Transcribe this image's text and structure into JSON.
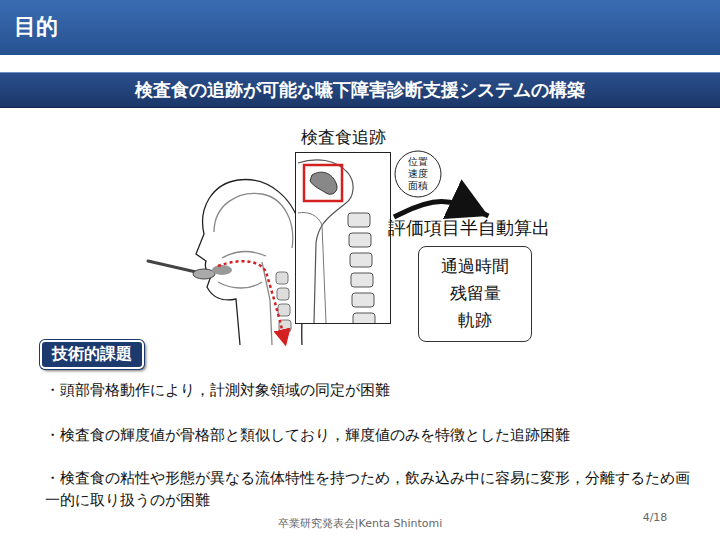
{
  "diagram": {
    "title": "目的",
    "nodes": [
      {
        "text": [
          "検査食の追跡が可能な嚥下障害診断支援システムの構築"
        ]
      },
      {
        "text": [
          "検査食追跡"
        ]
      },
      {
        "text": [
          "位置 速度 面積"
        ]
      },
      {
        "text": [
          "評価項目半自動算出",
          "通過時間 残留量 軌跡"
        ]
      },
      {
        "text": [
          "技術的課題"
        ]
      }
    ],
    "edges": [
      {
        "from": 1,
        "to": 3,
        "arrow": "to"
      }
    ],
    "labels": [
      "・頭部骨格動作により，計測対象領域の同定が困難",
      "・検査食の輝度値が骨格部と類似しており，輝度値のみを特徴とした追跡困難",
      "・検査食の粘性や形態が異なる流体特性を持つため，飲み込み中に容易に変形，分離するため画一的に取り扱うのが困難",
      "卒業研究発表会|Kenta Shintomi",
      "4/18"
    ]
  }
}
